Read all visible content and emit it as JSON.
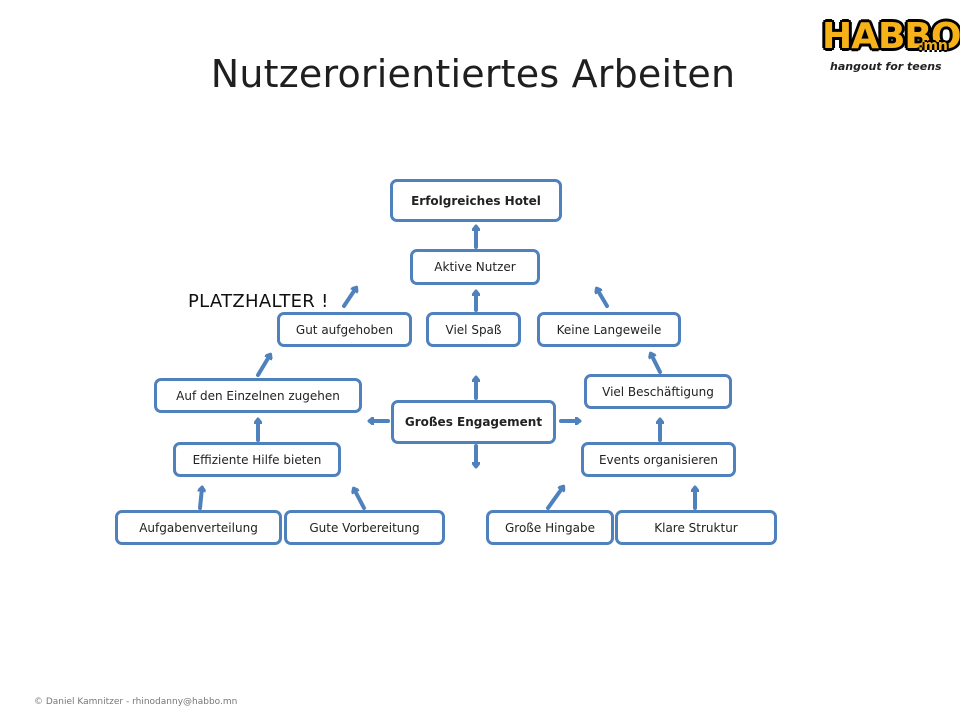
{
  "title": "Nutzerorientiertes Arbeiten",
  "logo": {
    "word": "HABBO",
    "tld": ".mn",
    "tagline": "hangout for teens"
  },
  "placeholder_text": "PLATZHALTER !",
  "footer": "© Daniel Kamnitzer - rhinodanny@habbo.mn",
  "colors": {
    "accent": "#4f81bd",
    "text": "#222222"
  },
  "nodes": {
    "erfolgreiches_hotel": "Erfolgreiches  Hotel",
    "aktive_nutzer": "Aktive Nutzer",
    "gut_aufgehoben": "Gut aufgehoben",
    "viel_spass": "Viel Spaß",
    "keine_langeweile": "Keine Langeweile",
    "auf_den_einzelnen": "Auf den Einzelnen zugehen",
    "viel_beschaeftigung": "Viel Beschäftigung",
    "grosses_engagement": "Großes Engagement",
    "effiziente_hilfe": "Effiziente Hilfe bieten",
    "events_organisieren": "Events organisieren",
    "aufgabenverteilung": "Aufgabenverteilung",
    "gute_vorbereitung": "Gute Vorbereitung",
    "grosse_hingabe": "Große Hingabe",
    "klare_struktur": "Klare Struktur"
  }
}
